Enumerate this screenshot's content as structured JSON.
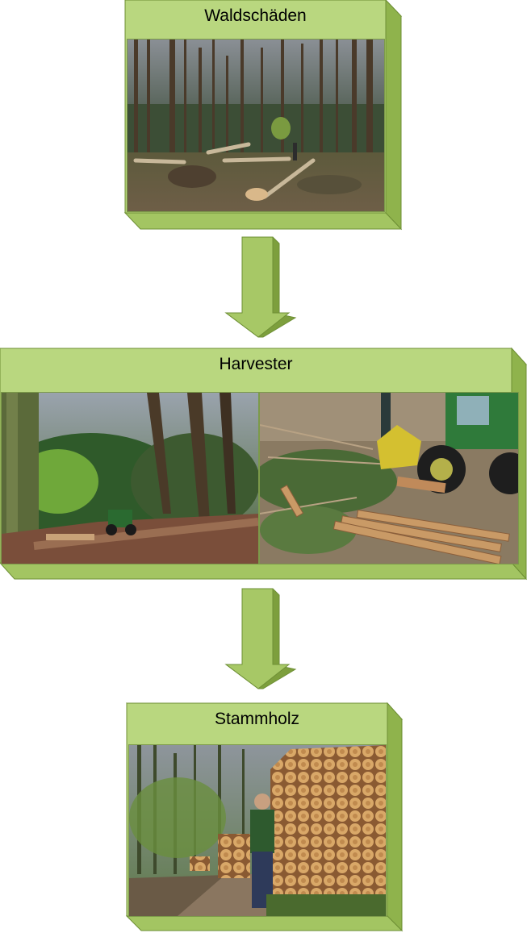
{
  "flow": {
    "steps": [
      {
        "title": "Waldschäden",
        "photo": "forest-damage-photo"
      },
      {
        "title": "Harvester",
        "photos": [
          "forest-tractor-photo",
          "harvester-machine-photo"
        ]
      },
      {
        "title": "Stammholz",
        "photo": "timber-stack-photo"
      }
    ]
  },
  "colors": {
    "box_fill": "#b9d77f",
    "box_side": "#8fb34c",
    "box_bottom": "#a3c562",
    "box_edge": "#6e8f35",
    "arrow_front": "#a7c866",
    "arrow_side": "#7d9f3d"
  }
}
